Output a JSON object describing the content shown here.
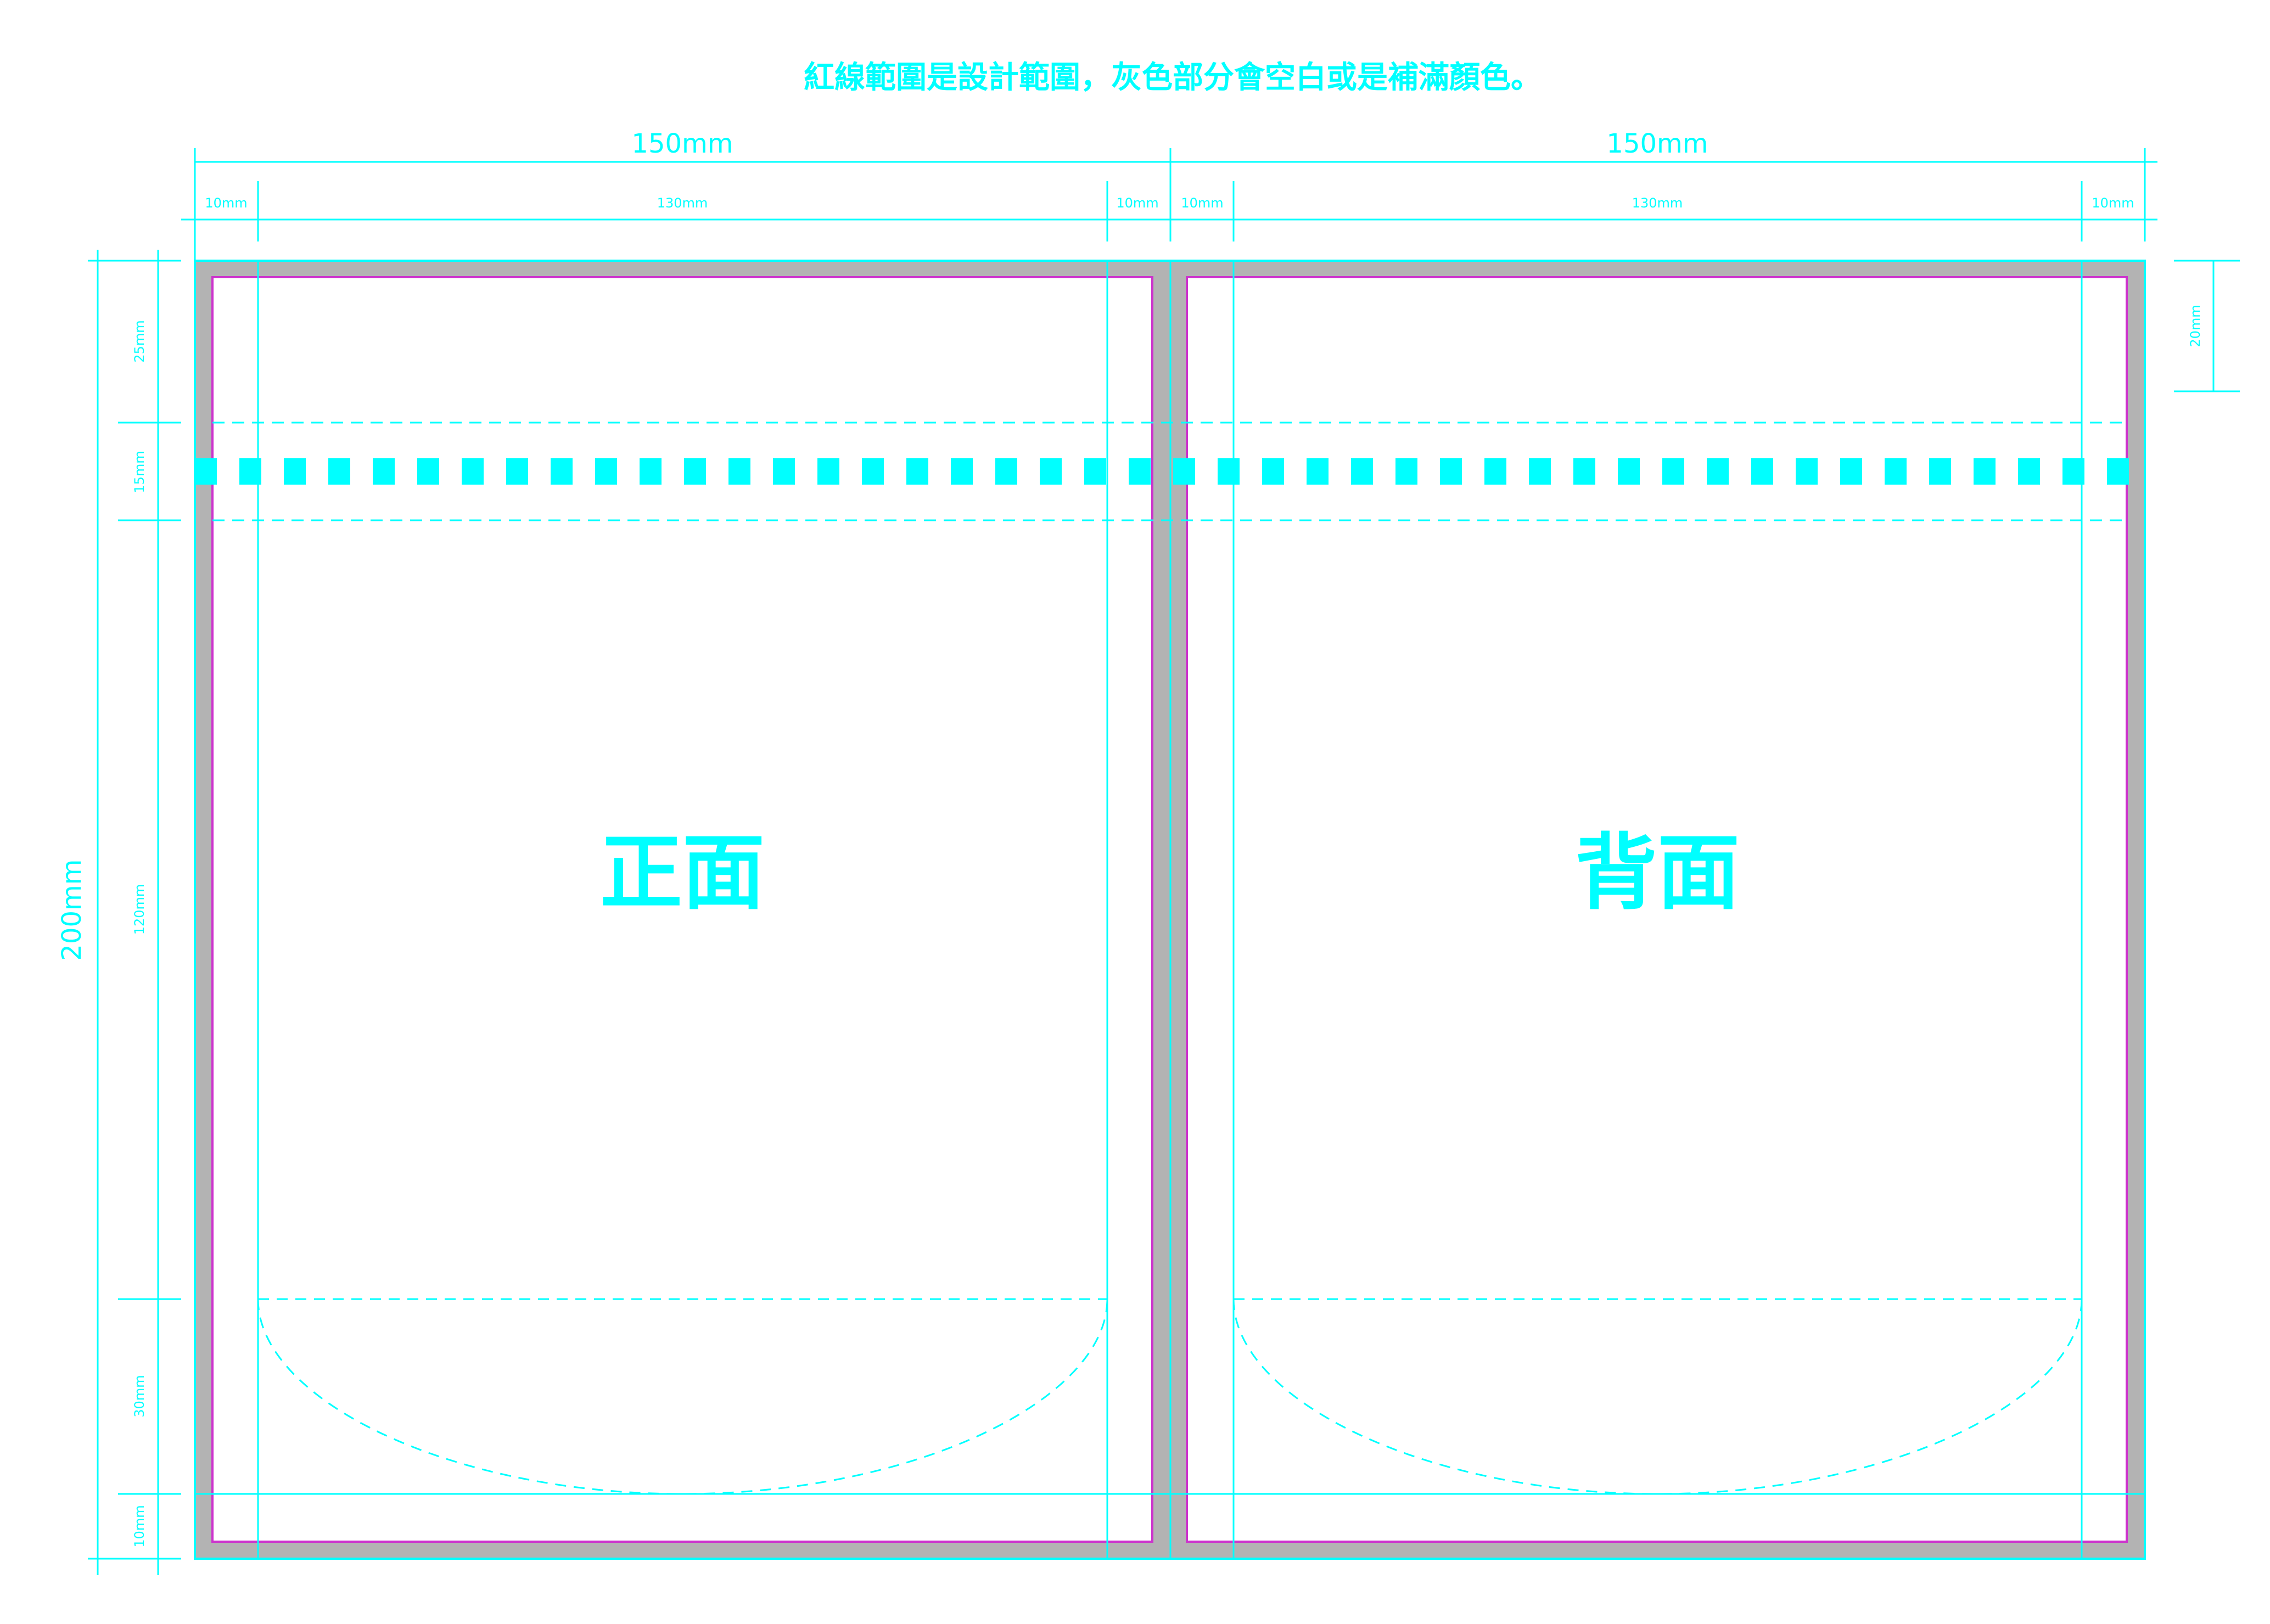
{
  "notice": "紅線範圍是設計範圍，灰色部分會空白或是補滿顏色。",
  "panels": [
    {
      "title": "正面",
      "width_label": "150mm",
      "margin_left": "10mm",
      "inner": "130mm",
      "margin_right": "10mm"
    },
    {
      "title": "背面",
      "width_label": "150mm",
      "margin_left": "10mm",
      "inner": "130mm",
      "margin_right": "10mm"
    }
  ],
  "height_total": "200mm",
  "left_segments": [
    "25mm",
    "15mm",
    "120mm",
    "30mm",
    "10mm"
  ],
  "right_segment": "20mm",
  "colors": {
    "guide": "#00ffff",
    "design_area": "#cc33cc",
    "bleed": "#b3b3b3",
    "paper": "#ffffff"
  }
}
